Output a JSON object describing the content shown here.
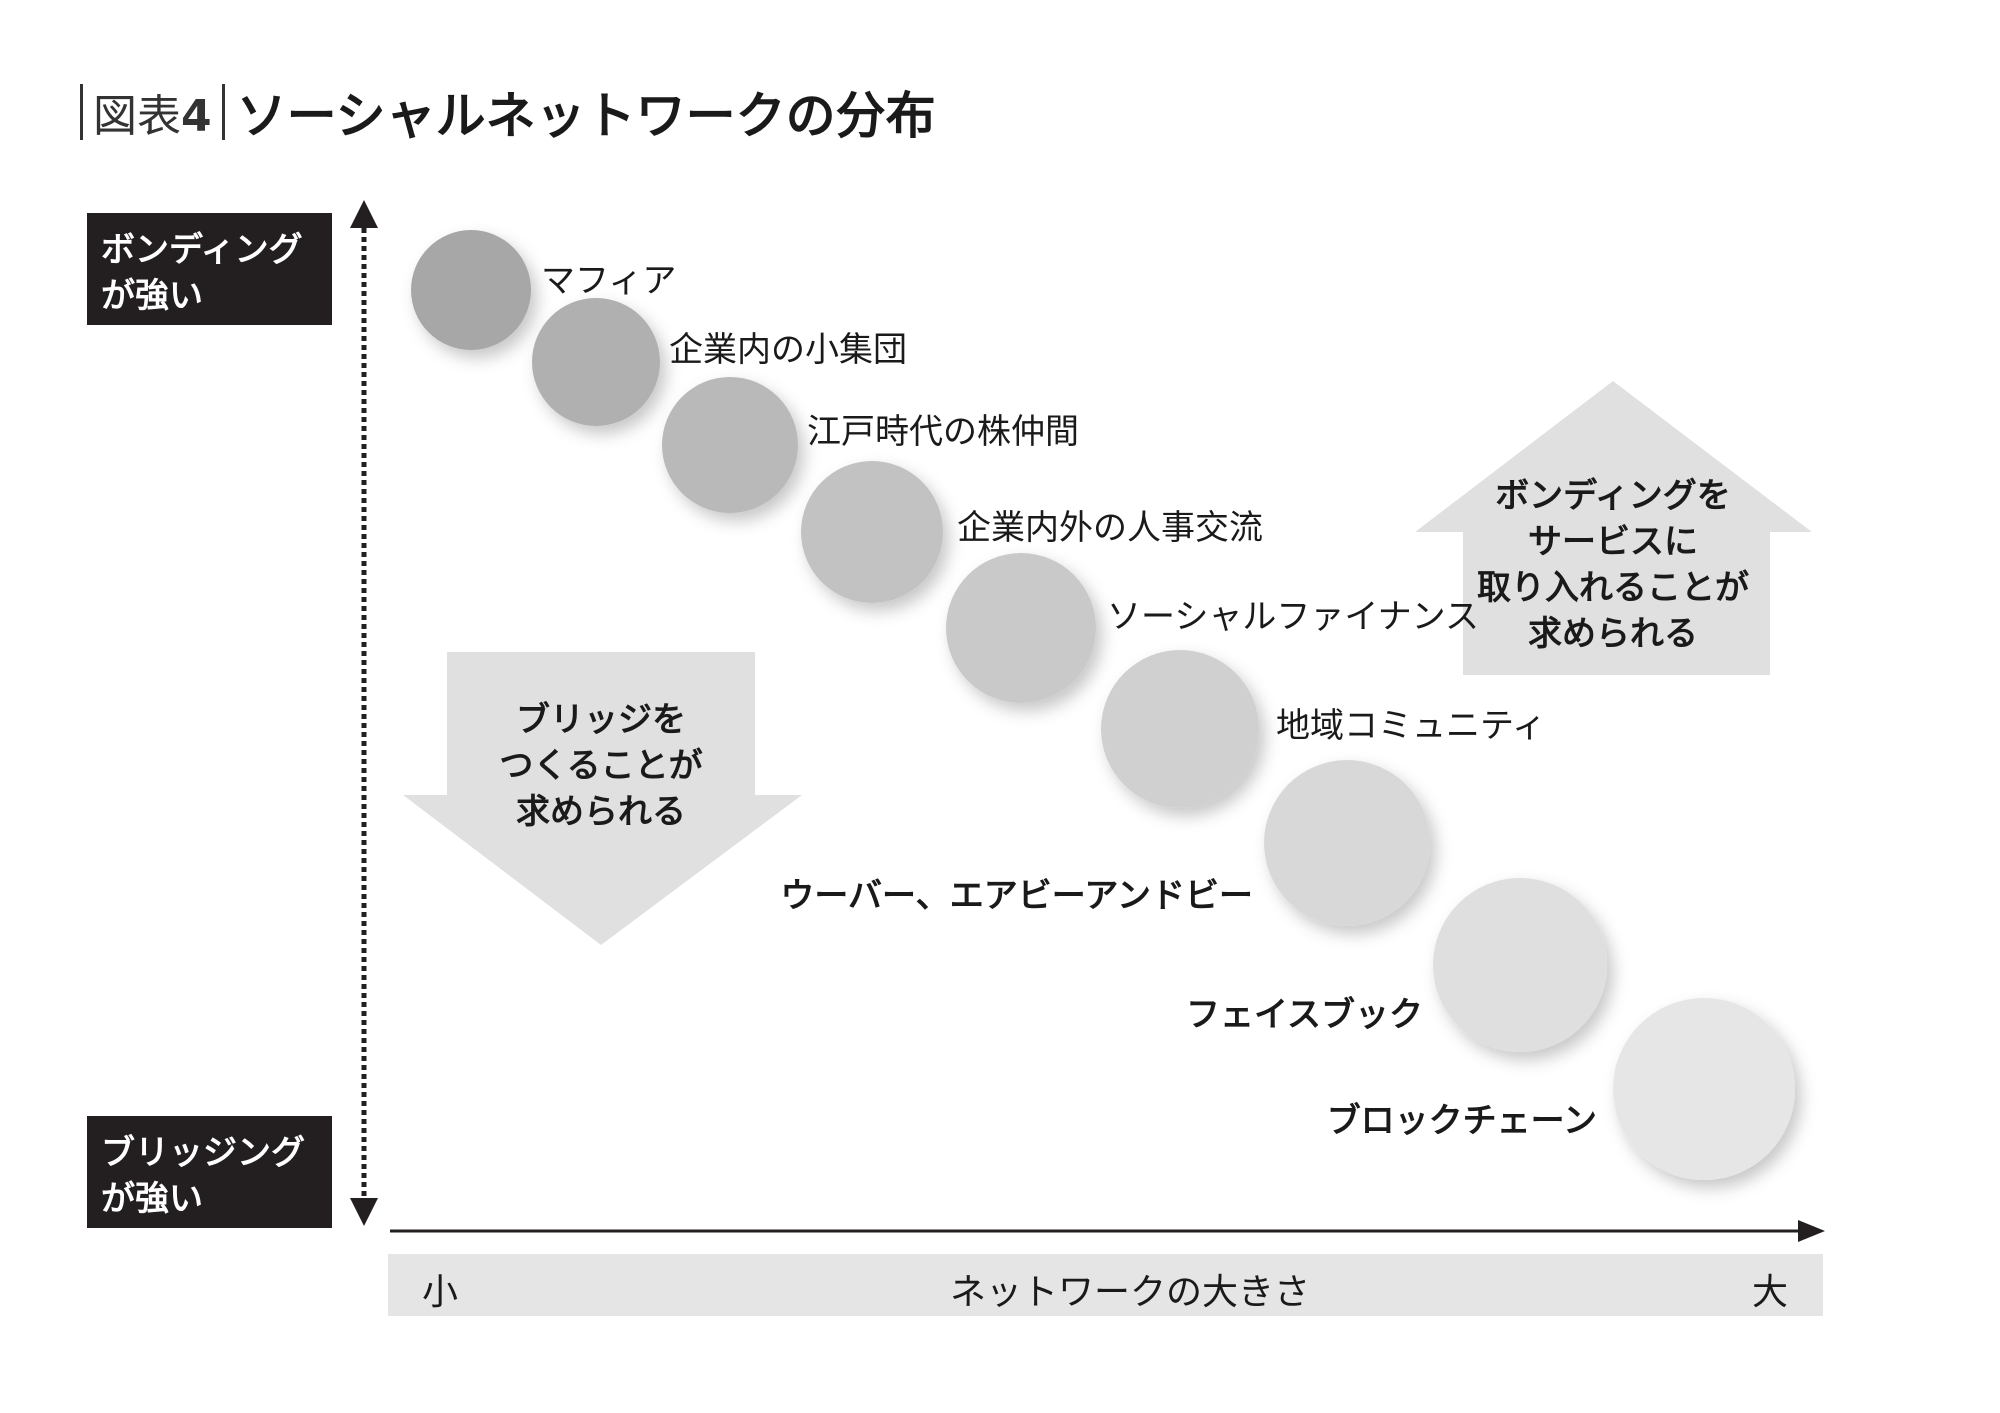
{
  "title": {
    "prefix": "図表",
    "number": "4",
    "main": "ソーシャルネットワークの分布"
  },
  "y_axis": {
    "top_label": [
      "ボンディング",
      "が強い"
    ],
    "bottom_label": [
      "ブリッジング",
      "が強い"
    ]
  },
  "x_axis": {
    "left": "小",
    "center": "ネットワークの大きさ",
    "right": "大"
  },
  "nodes": [
    {
      "label": "マフィア",
      "shade": "#a7a7a7"
    },
    {
      "label": "企業内の小集団",
      "shade": "#b0b0b0"
    },
    {
      "label": "江戸時代の株仲間",
      "shade": "#b9b9b9"
    },
    {
      "label": "企業内外の人事交流",
      "shade": "#c2c2c2"
    },
    {
      "label": "ソーシャルファイナンス",
      "shade": "#c9c9c9"
    },
    {
      "label": "地域コミュニティ",
      "shade": "#d0d0d0"
    },
    {
      "label": "ウーバー、エアビーアンドビー",
      "shade": "#d8d8d8"
    },
    {
      "label": "フェイスブック",
      "shade": "#dfdfdf"
    },
    {
      "label": "ブロックチェーン",
      "shade": "#e6e6e6"
    }
  ],
  "down_arrow_text": [
    "ブリッジを",
    "つくることが",
    "求められる"
  ],
  "up_arrow_text": [
    "ボンディングを",
    "サービスに",
    "取り入れることが",
    "求められる"
  ],
  "colors": {
    "arrow_fill": "#e0e0e0",
    "axis_box": "#231f20",
    "axis_line": "#231f20"
  }
}
